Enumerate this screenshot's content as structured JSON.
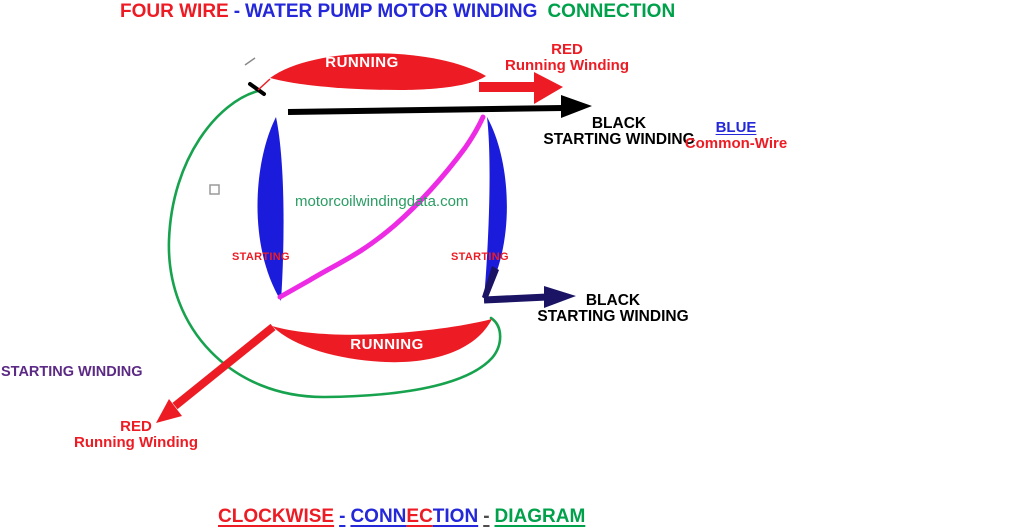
{
  "header": {
    "part1": "FOUR WIRE",
    "sep1": "-",
    "part2": "WATER PUMP MOTOR WINDING",
    "part3": "CONNECTION"
  },
  "diagram": {
    "running_top": "RUNNING",
    "running_bottom": "RUNNING",
    "starting_left": "STARTING",
    "starting_right": "STARTING",
    "watermark": "motorcoilwindingdata.com",
    "red_top": {
      "line1": "RED",
      "line2": "Running Winding"
    },
    "black_top": {
      "line1": "BLACK",
      "line2": "STARTING WINDING"
    },
    "blue_common": {
      "line1": "BLUE",
      "line2": "Common-Wire"
    },
    "black_bottom": {
      "line1": "BLACK",
      "line2": "STARTING WINDING"
    },
    "purple_label": "STARTING WINDING",
    "red_bottom": {
      "line1": "RED",
      "line2": "Running Winding"
    }
  },
  "footer": {
    "word1": "CLOCKWISE",
    "dash1": "-",
    "conn_a": "CONN",
    "conn_b": "EC",
    "conn_c": "TION",
    "dash2": "-",
    "word2": "DIAGRAM"
  },
  "colors": {
    "red": "#ed1c24",
    "blue": "#2428d8",
    "green": "#00a14b",
    "loop_green": "#17a24e",
    "lens_blue": "#1b1bdb",
    "navy": "#1b1464",
    "magenta": "#ee2be4",
    "purple": "#5c2a85",
    "watermark_green": "#2a9d63",
    "dash_gray": "#4d4d4d",
    "black": "#000000",
    "white": "#ffffff"
  }
}
